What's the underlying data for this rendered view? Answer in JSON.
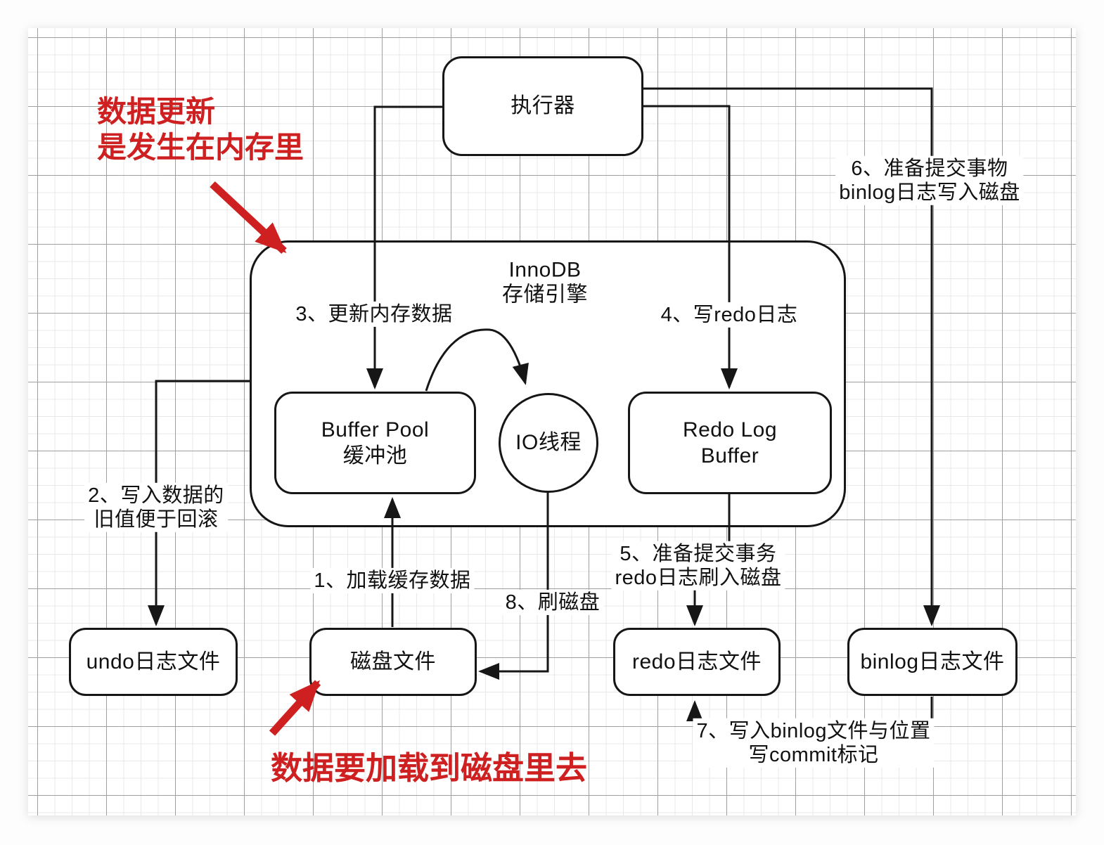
{
  "nodes": {
    "executor": {
      "label": "执行器"
    },
    "innodb": {
      "line1": "InnoDB",
      "line2": "存储引擎"
    },
    "buffer_pool": {
      "line1": "Buffer Pool",
      "line2": "缓冲池"
    },
    "io_thread": {
      "label": "IO线程"
    },
    "redo_log_buffer": {
      "line1": "Redo Log",
      "line2": "Buffer"
    },
    "undo_file": {
      "label": "undo日志文件"
    },
    "disk_file": {
      "label": "磁盘文件"
    },
    "redo_file": {
      "label": "redo日志文件"
    },
    "binlog_file": {
      "label": "binlog日志文件"
    }
  },
  "steps": {
    "s1": {
      "text": "1、加载缓存数据"
    },
    "s2": {
      "line1": "2、写入数据的",
      "line2": "旧值便于回滚"
    },
    "s3": {
      "text": "3、更新内存数据"
    },
    "s4": {
      "text": "4、写redo日志"
    },
    "s5": {
      "line1": "5、准备提交事务",
      "line2": "redo日志刷入磁盘"
    },
    "s6": {
      "line1": "6、准备提交事物",
      "line2": "binlog日志写入磁盘"
    },
    "s7": {
      "line1": "7、写入binlog文件与位置",
      "line2": "写commit标记"
    },
    "s8": {
      "text": "8、刷磁盘"
    }
  },
  "notes": {
    "top": {
      "line1": "数据更新",
      "line2": "是发生在内存里"
    },
    "bottom": {
      "text": "数据要加载到磁盘里去"
    }
  },
  "colors": {
    "accent_red": "#ce2020",
    "ink": "#161616",
    "grid_major": "#9f9f9f",
    "grid_minor": "#e8e8e8"
  }
}
